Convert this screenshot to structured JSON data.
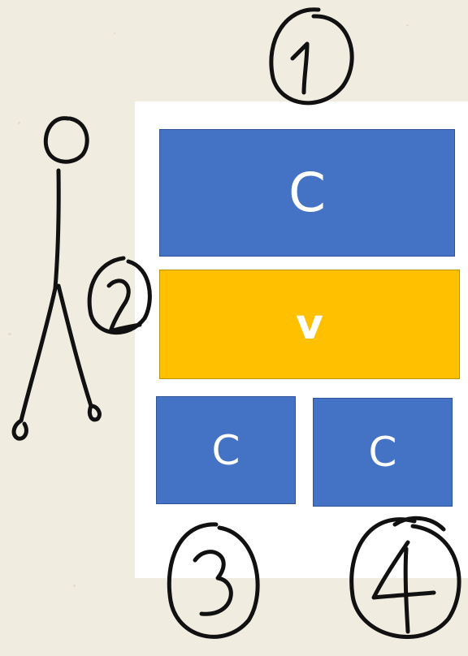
{
  "diagram": {
    "blocks": [
      {
        "id": "top",
        "label": "C",
        "color": "#4472c4"
      },
      {
        "id": "middle",
        "label": "v",
        "color": "#ffc000"
      },
      {
        "id": "bottom-left",
        "label": "C",
        "color": "#4472c4"
      },
      {
        "id": "bottom-right",
        "label": "C",
        "color": "#4472c4"
      }
    ],
    "markers": [
      "1",
      "2",
      "3",
      "4"
    ],
    "figure": "stick-figure"
  }
}
